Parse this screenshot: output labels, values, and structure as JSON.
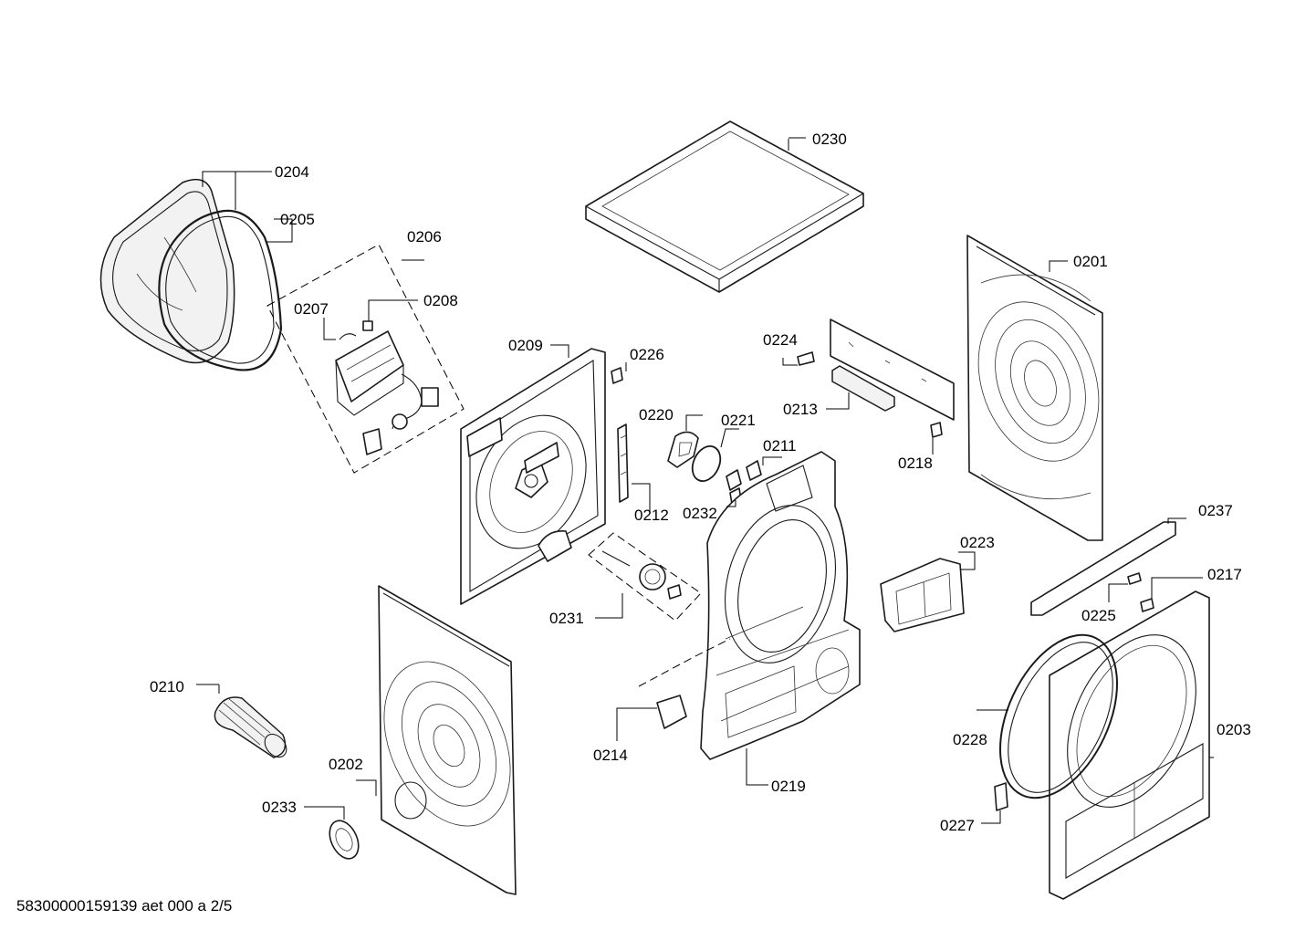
{
  "footer": {
    "document_id": "58300000159139 aet 000 a 2/5"
  },
  "callouts": {
    "p0201": "0201",
    "p0202": "0202",
    "p0203": "0203",
    "p0204": "0204",
    "p0205": "0205",
    "p0206": "0206",
    "p0207": "0207",
    "p0208": "0208",
    "p0209": "0209",
    "p0210": "0210",
    "p0211": "0211",
    "p0212": "0212",
    "p0213": "0213",
    "p0214": "0214",
    "p0217": "0217",
    "p0218": "0218",
    "p0219": "0219",
    "p0220": "0220",
    "p0221": "0221",
    "p0223": "0223",
    "p0224": "0224",
    "p0225": "0225",
    "p0226": "0226",
    "p0227": "0227",
    "p0228": "0228",
    "p0230": "0230",
    "p0231": "0231",
    "p0232": "0232",
    "p0233": "0233",
    "p0237": "0237"
  }
}
